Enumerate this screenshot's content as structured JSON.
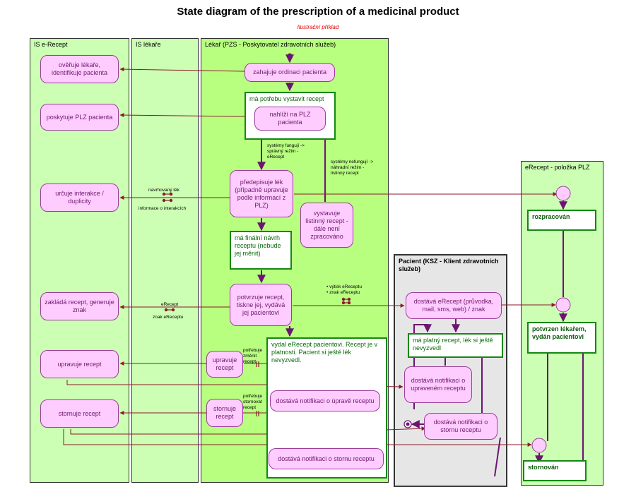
{
  "title": "State diagram of the prescription of a medicinal product",
  "subtitle": "Ilustrační příklad",
  "lanes": {
    "is_erecept": "IS e-Recept",
    "is_lekare": "IS lékaře",
    "lekar": "Lékař (PZS - Poskytovatel zdravotních služeb)",
    "pacient": "Pacient (KSZ - Klient zdravotních služeb)",
    "erecept_polozka": "eRecept - položka PLZ"
  },
  "activities": {
    "overuje": "ověřuje lékaře, identifikuje pacienta",
    "poskytuje": "poskytuje PLZ pacienta",
    "urcuje": "určuje interakce / duplicity",
    "zaklada": "zakládá recept, generuje znak",
    "upravuje_is": "upravuje recept",
    "stornuje_is": "stornuje recept",
    "zahajuje": "zahajuje ordinaci pacienta",
    "nahlizi": "nahlíží na PLZ pacienta",
    "predepisuje": "předepisuje lék (případně upravuje podle informací z PLZ)",
    "vystavuje": "vystavuje listinný recept - dále není zpracováno",
    "potvrzuje": "potvrzuje recept, tiskne jej, vydává jej pacientovi",
    "upravuje_lekar": "upravuje recept",
    "stornuje_lekar": "stornuje recept",
    "notif_uprava": "dostává notifikaci o úpravě receptu",
    "notif_storno": "dostává notifikaci o stornu receptu",
    "dostava_erecept": "dostává eRecept (průvodka, mail, sms, web) / znak",
    "notif_upraveny": "dostává notifikaci o upraveném receptu",
    "notif_storno_pac": "dostává notifikaci o stornu receptu"
  },
  "states": {
    "potreba": "má potřebu vystavit recept",
    "finalni": "má finální návrh receptu (nebude jej měnit)",
    "vydal": "vydal eRecept pacientovi. Recept je v platnosti. Pacient si ještě lék nevyzvedl.",
    "platny": "má platný recept, lék si ještě nevyzvedl",
    "rozpracovan": "rozpracován",
    "potvrzen": "potvrzen lékařem, vydán pacientovi",
    "stornovan": "stornován"
  },
  "notes": {
    "systemy_funguji": "systémy fungují -> správný režim - eRecept",
    "systemy_nefunguji": "systémy nefungují -> náhradní režim - listinný recept",
    "navrhovany_lek": "navrhovaný lék",
    "informace_interakce": "informace o interakcích",
    "erecept": "eRecept",
    "znak_erecept": "znak eReceptu",
    "vytisk_1": "• výtisk eReceptu",
    "vytisk_2": "• znak eReceptu",
    "potrebuje_zmenit": "potřebuje změnit recept",
    "potrebuje_stornovat": "potřebuje stornovat recept"
  },
  "colors": {
    "lane_green": "#ccffb3",
    "lane_bright": "#b8ff80",
    "lane_grey": "#e6e6e6",
    "activity_fill": "#ffccff",
    "state_border": "#138813",
    "arrow": "#8b1a2b",
    "flow": "#6b1570",
    "title_red": "#e00000"
  }
}
